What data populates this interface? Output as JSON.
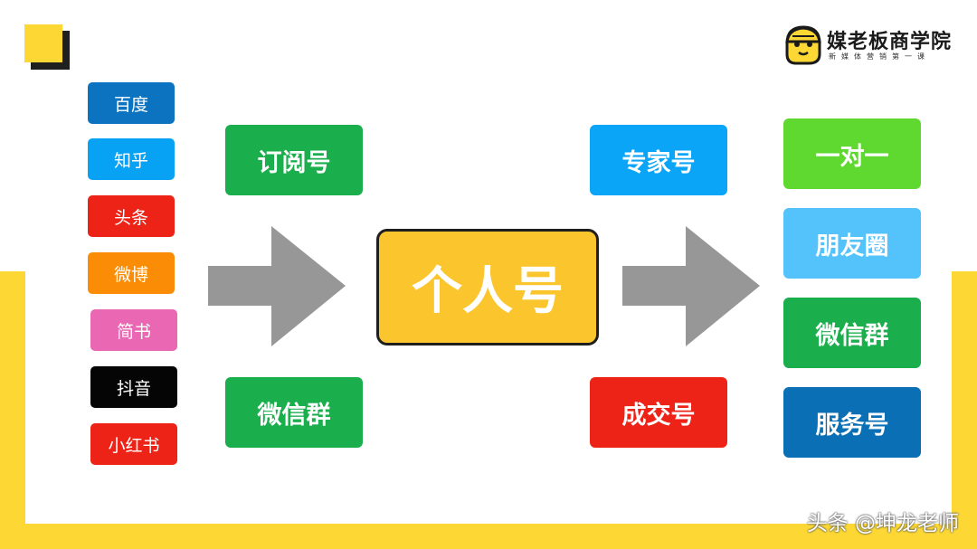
{
  "logo": {
    "name": "媒老板商学院",
    "subtitle": "新媒体营销第一课"
  },
  "platforms": [
    {
      "label": "百度",
      "color": "#0b73bf"
    },
    {
      "label": "知乎",
      "color": "#08a2f5"
    },
    {
      "label": "头条",
      "color": "#ee2317"
    },
    {
      "label": "微博",
      "color": "#fb8d06"
    },
    {
      "label": "简书",
      "color": "#ea68b3"
    },
    {
      "label": "抖音",
      "color": "#050505"
    },
    {
      "label": "小红书",
      "color": "#ee2317"
    }
  ],
  "left_targets": [
    {
      "label": "订阅号",
      "color": "#1aae4c"
    },
    {
      "label": "微信群",
      "color": "#1aae4c"
    }
  ],
  "center": {
    "label": "个人号",
    "color": "#fbc62d"
  },
  "right_targets": [
    {
      "label": "专家号",
      "color": "#0ba5f7"
    },
    {
      "label": "成交号",
      "color": "#ee2317"
    }
  ],
  "outcomes": [
    {
      "label": "一对一",
      "color": "#5fd82f"
    },
    {
      "label": "朋友圈",
      "color": "#54c2fb"
    },
    {
      "label": "微信群",
      "color": "#1aae4c"
    },
    {
      "label": "服务号",
      "color": "#0b6fb5"
    }
  ],
  "watermark": "头条 @坤龙老师",
  "colors": {
    "accent_yellow": "#fdd835",
    "arrow_gray": "#979797",
    "dark": "#1f1f1f"
  }
}
